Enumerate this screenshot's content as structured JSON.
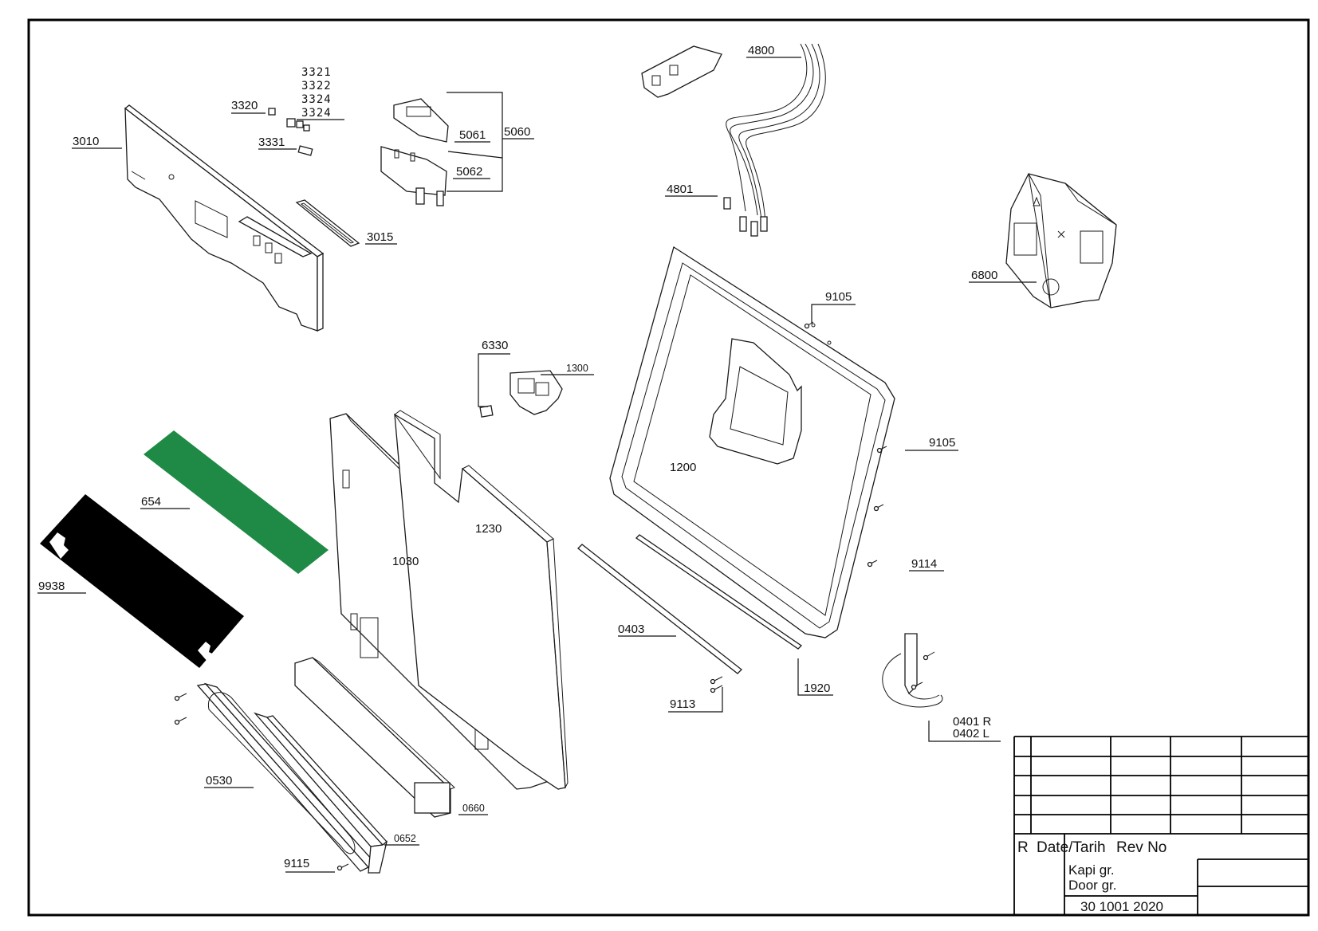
{
  "colors": {
    "frame": "#000000",
    "green_part": "#1f8a45",
    "black_part": "#000000"
  },
  "labels": {
    "p3010": "3010",
    "p3320": "3320",
    "p3321": "3321",
    "p3322": "3322",
    "p3324a": "3324",
    "p3324b": "3324",
    "p3331": "3331",
    "p3015": "3015",
    "p5060": "5060",
    "p5061": "5061",
    "p5062": "5062",
    "p4800": "4800",
    "p4801": "4801",
    "p6800": "6800",
    "p9105a": "9105",
    "p9105b": "9105",
    "p9114": "9114",
    "p1200": "1200",
    "p6330": "6330",
    "p1300": "1300",
    "p654": "654",
    "p9938": "9938",
    "p1030": "1030",
    "p1230": "1230",
    "p0403": "0403",
    "p1920": "1920",
    "p9113": "9113",
    "p0401r": "0401 R",
    "p0402l": "0402 L",
    "p0530": "0530",
    "p0660": "0660",
    "p0652": "0652",
    "p9115": "9115"
  },
  "title_block": {
    "rev_col": "R",
    "date_col": "Date/Tarih",
    "revno_col": "Rev No",
    "name_tr": "Kapi gr.",
    "name_en": "Door gr.",
    "drawing_no": "30 1001 2020"
  }
}
